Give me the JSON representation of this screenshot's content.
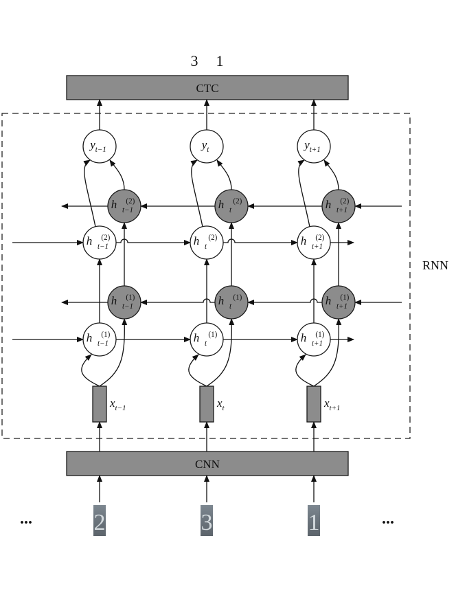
{
  "output_digits": [
    "3",
    "1"
  ],
  "ctc_label": "CTC",
  "cnn_label": "CNN",
  "rnn_label": "RNN",
  "ellipsis_left": "...",
  "ellipsis_right": "...",
  "timesteps": [
    "t−1",
    "t",
    "t+1"
  ],
  "output_nodes": [
    {
      "base": "y",
      "sub": "t−1"
    },
    {
      "base": "y",
      "sub": "t"
    },
    {
      "base": "y",
      "sub": "t+1"
    }
  ],
  "backward_layer2": [
    {
      "base": "h",
      "sup": "(2)",
      "sub": "t−1",
      "arrow": "⃖"
    },
    {
      "base": "h",
      "sup": "(2)",
      "sub": "t",
      "arrow": "⃖"
    },
    {
      "base": "h",
      "sup": "(2)",
      "sub": "t+1",
      "arrow": "⃖"
    }
  ],
  "forward_layer2": [
    {
      "base": "h",
      "sup": "(2)",
      "sub": "t−1",
      "arrow": "⃗"
    },
    {
      "base": "h",
      "sup": "(2)",
      "sub": "t",
      "arrow": "⃗"
    },
    {
      "base": "h",
      "sup": "(2)",
      "sub": "t+1",
      "arrow": "⃗"
    }
  ],
  "backward_layer1": [
    {
      "base": "h",
      "sup": "(1)",
      "sub": "t−1",
      "arrow": "⃖"
    },
    {
      "base": "h",
      "sup": "(1)",
      "sub": "t",
      "arrow": "⃖"
    },
    {
      "base": "h",
      "sup": "(1)",
      "sub": "t+1",
      "arrow": "⃖"
    }
  ],
  "forward_layer1": [
    {
      "base": "h",
      "sup": "(1)",
      "sub": "t−1",
      "arrow": "⃗"
    },
    {
      "base": "h",
      "sup": "(1)",
      "sub": "t",
      "arrow": "⃗"
    },
    {
      "base": "h",
      "sup": "(1)",
      "sub": "t+1",
      "arrow": "⃗"
    }
  ],
  "input_features": [
    {
      "base": "x",
      "sub": "t−1"
    },
    {
      "base": "x",
      "sub": "t"
    },
    {
      "base": "x",
      "sub": "t+1"
    }
  ],
  "input_images": [
    "digit-image-2",
    "digit-image-3",
    "digit-image-1"
  ],
  "colors": {
    "gray_fill": "#8c8c8c",
    "stroke": "#111111",
    "background": "#ffffff"
  }
}
